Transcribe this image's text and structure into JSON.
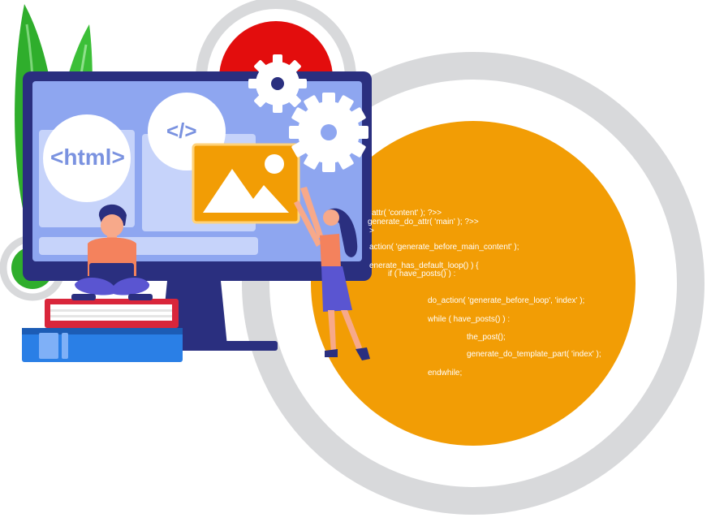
{
  "badges": {
    "html": "<html>",
    "code": "</>"
  },
  "code_lines": [
    "attr( 'content' ); ?>>",
    "generate_do_attr( 'main' ); ?>>",
    ">",
    "action( 'generate_before_main_content' );",
    "enerate_has_default_loop() ) {",
    "if ( have_posts() ) :",
    "do_action( 'generate_before_loop', 'index' );",
    "while ( have_posts() ) :",
    "the_post();",
    "generate_do_template_part( 'index' );",
    "endwhile;"
  ],
  "colors": {
    "orange": "#f29d05",
    "gray_ring": "#d6d7d9",
    "red": "#e30d0d",
    "monitor_frame": "#2a2f7f",
    "screen": "#8ea6f0",
    "leaf": "#2fae2c",
    "book_red": "#d9263b",
    "book_blue": "#2a7fe6"
  }
}
